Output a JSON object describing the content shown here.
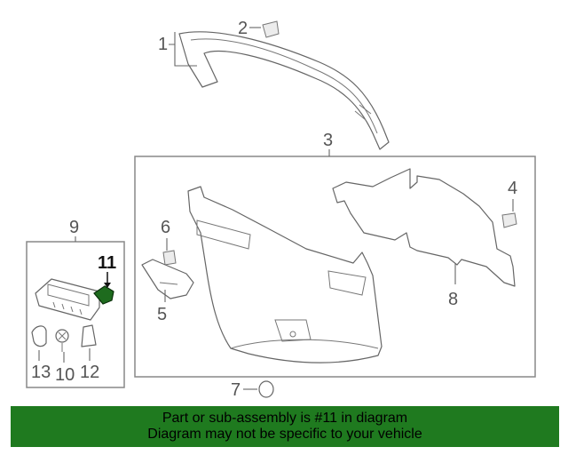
{
  "callouts": {
    "c1": "1",
    "c2": "2",
    "c3": "3",
    "c4": "4",
    "c5": "5",
    "c6": "6",
    "c7": "7",
    "c8": "8",
    "c9": "9",
    "c10": "10",
    "c11": "11",
    "c12": "12",
    "c13": "13"
  },
  "highlight": {
    "part_number": "11",
    "color": "#1e6b1e"
  },
  "banner": {
    "line1": "Part or sub-assembly is #11 in diagram",
    "line2": "Diagram may not be specific to your vehicle",
    "color": "#1f7a1f"
  }
}
